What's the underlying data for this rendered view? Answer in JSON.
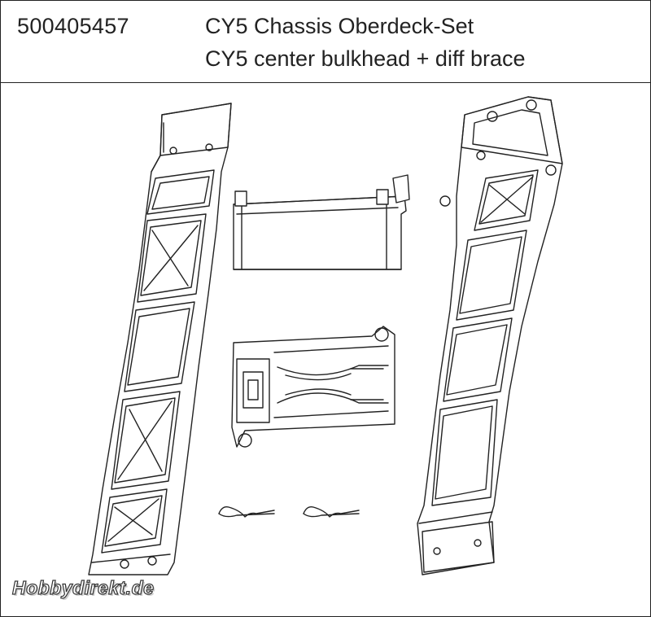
{
  "header": {
    "part_number": "500405457",
    "title_de": "CY5 Chassis Oberdeck-Set",
    "title_en": "CY5 center bulkhead + diff brace"
  },
  "watermark": {
    "text": "Hobbydirekt.de"
  },
  "icons": [
    "left-brace-drawing",
    "right-brace-drawing",
    "bulkhead-drawing",
    "diff-brace-drawing",
    "clip-icon"
  ]
}
